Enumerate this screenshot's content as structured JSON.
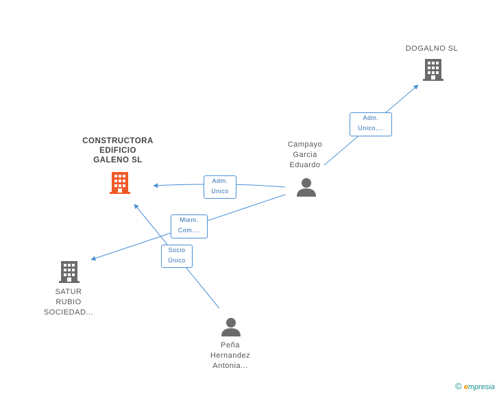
{
  "nodes": {
    "constructora": {
      "lines": [
        "CONSTRUCTORA",
        "EDIFICIO",
        "GALENO SL"
      ],
      "color": "#f05a28"
    },
    "dogalno": {
      "lines": [
        "DOGALNO SL"
      ],
      "color": "#6b6b6b"
    },
    "satur": {
      "lines": [
        "SATUR",
        "RUBIO",
        "SOCIEDAD..."
      ],
      "color": "#6b6b6b"
    },
    "campayo": {
      "lines": [
        "Campayo",
        "Garcia",
        "Eduardo"
      ],
      "color": "#6b6b6b"
    },
    "pena": {
      "lines": [
        "Peña",
        "Hernandez",
        "Antonia..."
      ],
      "color": "#6b6b6b"
    }
  },
  "edges": {
    "adm_unico": [
      "Adm.",
      "Unico"
    ],
    "adm_unico_dogalno": [
      "Adm.",
      "Unico,..."
    ],
    "miem_com": [
      "Miem.",
      "Com...."
    ],
    "socio_unico": [
      "Socio",
      "Único"
    ]
  },
  "footer": {
    "copyright": "©",
    "brand_first": "e",
    "brand_rest": "mpresia"
  },
  "colors": {
    "edge": "#4a8fd6",
    "building": "#6b6b6b",
    "building_main": "#f05a28",
    "person": "#6b6b6b"
  }
}
